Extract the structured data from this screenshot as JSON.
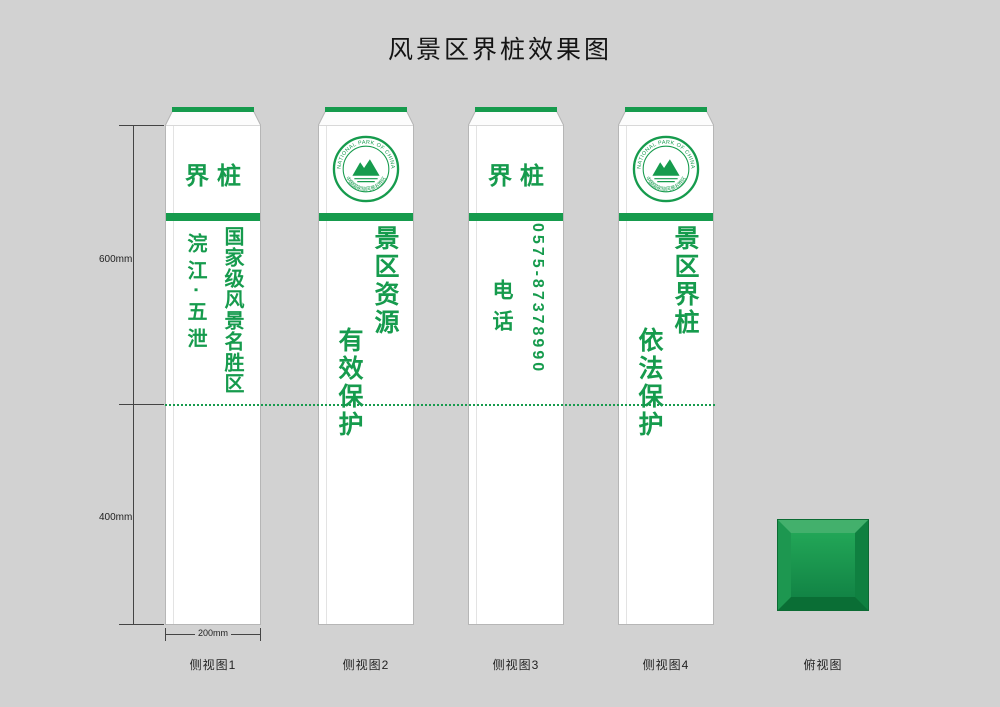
{
  "title": "风景区界桩效果图",
  "colors": {
    "green": "#169b4d",
    "background": "#d2d2d2"
  },
  "logo": {
    "arc_top": "NATIONAL PARK OF CHINA",
    "arc_bottom": "中国国家级风景名胜区"
  },
  "dimensions": {
    "upper_height": "600mm",
    "lower_height": "400mm",
    "width": "200mm"
  },
  "pillars": [
    {
      "header_text": "界桩",
      "column_right": "国家级风景名胜区",
      "column_left": "浣江·五泄",
      "caption": "侧视图1"
    },
    {
      "column_right": "景区资源",
      "column_left": "有效保护",
      "caption": "侧视图2"
    },
    {
      "header_text": "界桩",
      "column_right": "0575-87378990",
      "column_left": "电话",
      "caption": "侧视图3"
    },
    {
      "column_right": "景区界桩",
      "column_left": "依法保护",
      "caption": "侧视图4"
    }
  ],
  "top_view": {
    "caption": "俯视图"
  }
}
